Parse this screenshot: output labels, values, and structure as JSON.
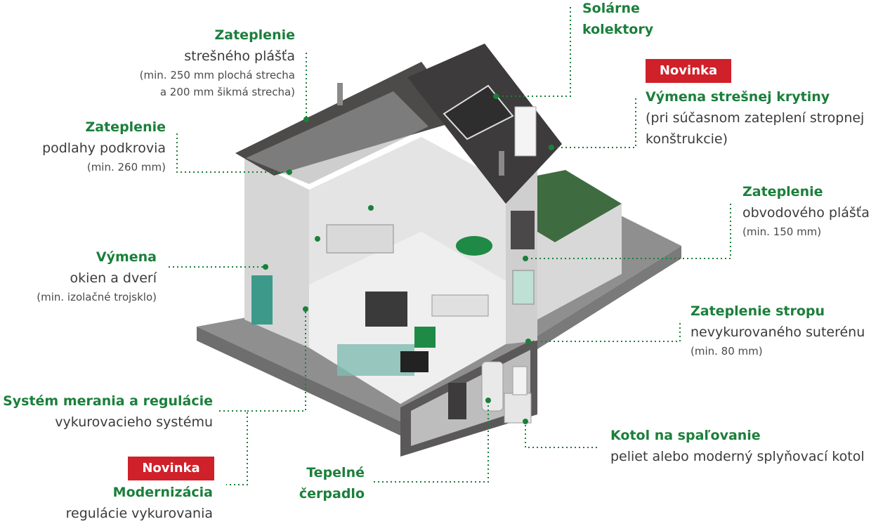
{
  "colors": {
    "accent_green": "#1b7f3b",
    "badge_red": "#d0202a",
    "roof": "#4d4a4a",
    "wall": "#d6d6d6"
  },
  "badges": {
    "top_right": "Novinka",
    "bottom_left": "Novinka"
  },
  "labels": {
    "roof_insulation": {
      "title": "Zateplenie",
      "sub": "strešného plášťa",
      "note1": "(min. 250 mm plochá strecha",
      "note2": "a 200 mm šikmá strecha)"
    },
    "attic_floor": {
      "title": "Zateplenie",
      "sub": "podlahy podkrovia",
      "note1": "(min. 260 mm)"
    },
    "windows": {
      "title": "Výmena",
      "sub": "okien a dverí",
      "note1": "(min. izolačné trojsklo)"
    },
    "metering": {
      "title": "Systém merania a regulácie",
      "sub": "vykurovacieho systému"
    },
    "modernization": {
      "title": "Modernizácia",
      "sub": "regulácie vykurovania"
    },
    "heat_pump": {
      "title1": "Tepelné",
      "title2": "čerpadlo"
    },
    "solar": {
      "title1": "Solárne",
      "title2": "kolektory"
    },
    "roofing": {
      "title": "Výmena strešnej krytiny",
      "sub1": "(pri súčasnom zateplení stropnej",
      "sub2": "konštrukcie)"
    },
    "facade": {
      "title": "Zateplenie",
      "sub": "obvodového plášťa",
      "note1": "(min. 150 mm)"
    },
    "basement_ceiling": {
      "title": "Zateplenie stropu",
      "sub": "nevykurovaného suterénu",
      "note1": "(min. 80 mm)"
    },
    "boiler": {
      "title": "Kotol na spaľovanie",
      "sub": "peliet alebo moderný splyňovací kotol"
    }
  }
}
